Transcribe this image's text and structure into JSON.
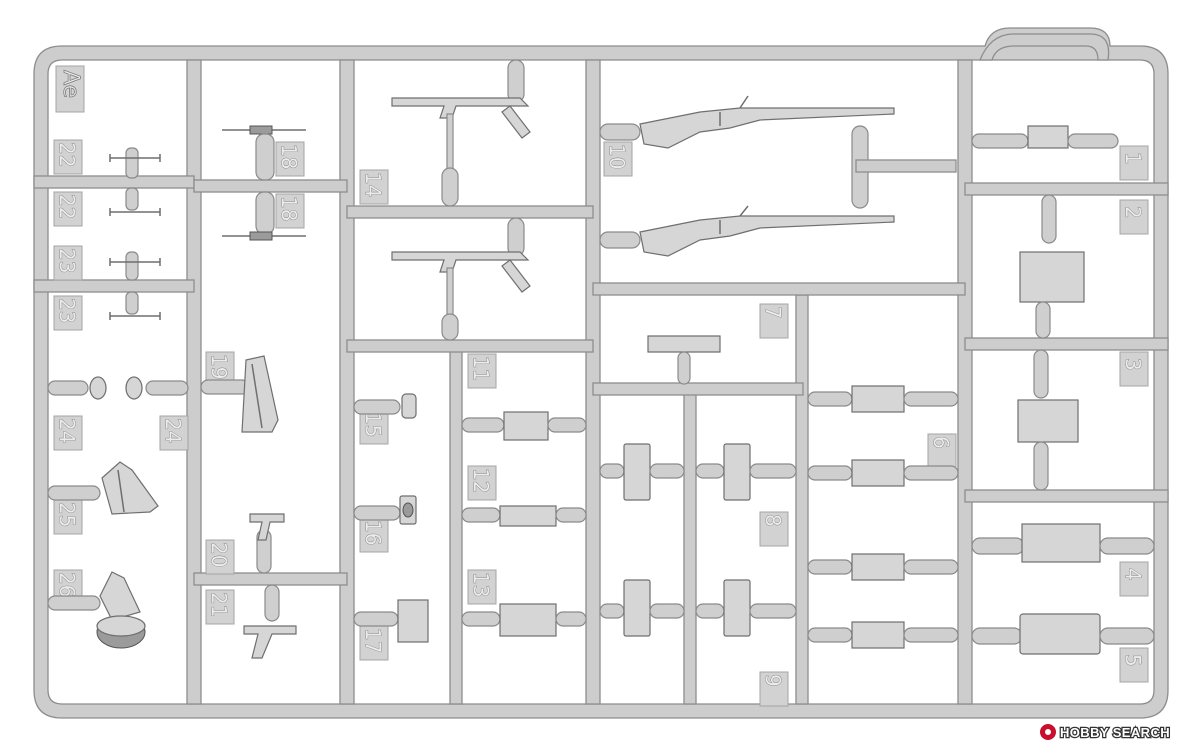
{
  "sprue": {
    "tree_id": "Ae",
    "part_numbers": [
      "1",
      "2",
      "3",
      "4",
      "5",
      "6",
      "7",
      "8",
      "9",
      "10",
      "11",
      "12",
      "13",
      "14",
      "15",
      "16",
      "17",
      "18",
      "18",
      "19",
      "20",
      "21",
      "22",
      "22",
      "23",
      "23",
      "24",
      "24",
      "25",
      "26"
    ]
  },
  "watermark": {
    "brand": "HOBBY SEARCH",
    "logo_icon": "hobby-search-logo-icon"
  },
  "colors": {
    "plastic": "#cdcdcd",
    "outline": "#8d8d8d",
    "background": "#ffffff"
  }
}
